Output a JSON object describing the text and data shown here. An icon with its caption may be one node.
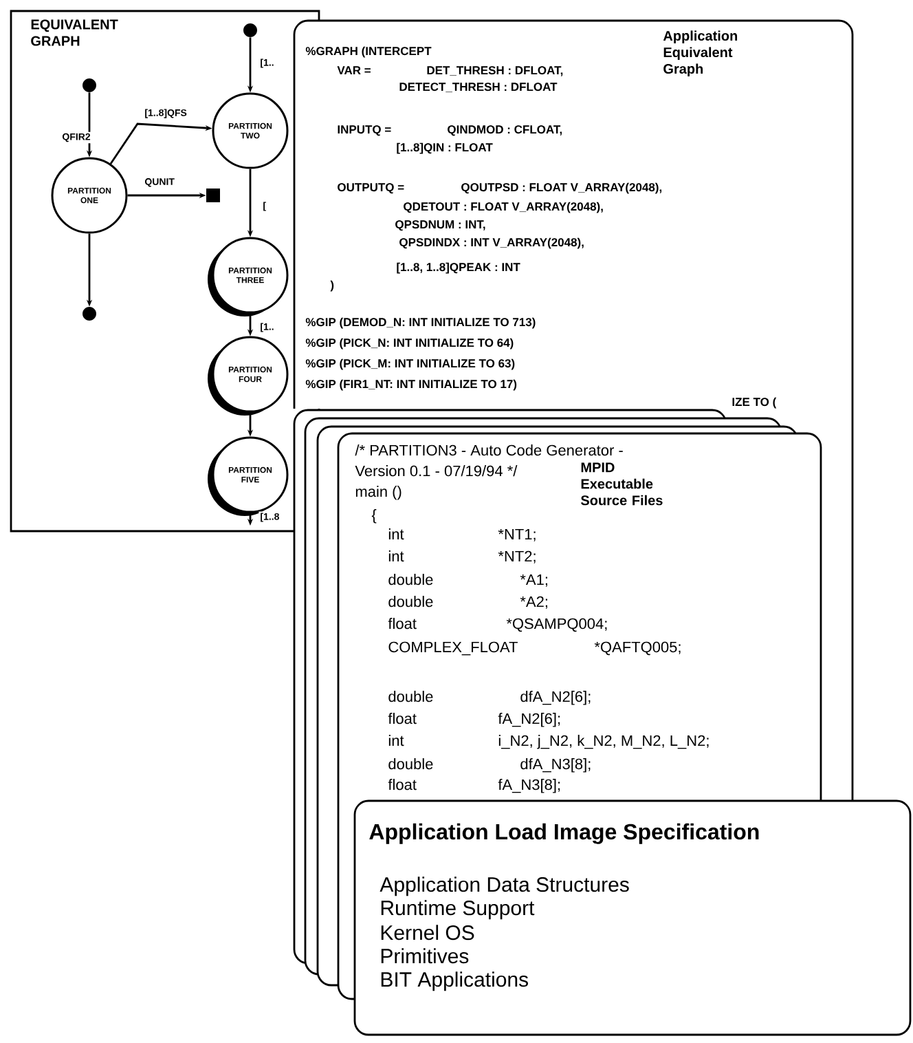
{
  "diagram": {
    "nodes": [
      {
        "text": [
          "EQUIVALENT GRAPH"
        ]
      },
      {
        "text": [],
        "shape": "circle",
        "in": 0
      },
      {
        "text": [
          "PARTITION ONE"
        ],
        "in": 0
      },
      {
        "text": [],
        "shape": "box",
        "in": 0
      },
      {
        "text": [],
        "shape": "circle",
        "in": 0
      },
      {
        "text": [],
        "shape": "circle",
        "in": 0
      },
      {
        "text": [
          "PARTITION TWO"
        ],
        "in": 0
      },
      {
        "text": [
          "PARTITION THREE"
        ],
        "in": 0
      },
      {
        "text": [
          "PARTITION FOUR"
        ],
        "in": 0
      },
      {
        "text": [
          "PARTITION FIVE"
        ],
        "in": 0
      },
      {
        "text": [
          "%GRAPH (INTERCEPT",
          "Application Equivalent Graph",
          "VAR =",
          "DET_THRESH : DFLOAT,",
          "DETECT_THRESH : DFLOAT",
          "INPUTQ =",
          "QINDMOD : CFLOAT,",
          "[1..8]QIN : FLOAT",
          "OUTPUTQ =",
          "QOUTPSD : FLOAT V_ARRAY(2048),",
          "QDETOUT : FLOAT V_ARRAY(2048),",
          "QPSDNUM : INT,",
          "QPSDINDX : INT V_ARRAY(2048),",
          "[1..8, 1..8]QPEAK : INT",
          ")",
          "%GIP (DEMOD_N: INT INITIALIZE TO 713)",
          "%GIP (PICK_N: INT INITIALIZE TO 64)",
          "%GIP (PICK_M: INT INITIALIZE TO 63)",
          "%GIP (FIR1_NT: INT INITIALIZE TO 17)",
          "IZE TO ("
        ]
      },
      {
        "text": [
          "/* PARTITION3 - Auto Code Generator -",
          "Version 0.1 - 07/19/94 */",
          "MPID Executable Source Files",
          "main ()",
          "{",
          "int",
          "*NT1;",
          "int",
          "*NT2;",
          "double",
          "*A1;",
          "double",
          "*A2;",
          "float",
          "*QSAMPQ004;",
          "COMPLEX_FLOAT",
          "*QAFTQ005;",
          "double",
          "dfA_N2[6];",
          "float",
          "fA_N2[6];",
          "int",
          "i_N2, j_N2, k_N2, M_N2, L_N2;",
          "double",
          "dfA_N3[8];",
          "float",
          "fA_N3[8];"
        ]
      },
      {
        "text": [
          "Application Load Image Specification",
          "Application Data Structures",
          "Runtime Support",
          "Kernel OS",
          "Primitives",
          "BIT Applications"
        ]
      }
    ],
    "edges": [
      {
        "from": 1,
        "to": 2,
        "arrow": "to",
        "label": "QFIR2"
      },
      {
        "from": 2,
        "to": 6,
        "arrow": "to",
        "label": "[1..8]QFS"
      },
      {
        "from": 2,
        "to": 3,
        "arrow": "to",
        "label": "QUNIT"
      },
      {
        "from": 2,
        "to": 4,
        "arrow": "to"
      },
      {
        "from": 5,
        "to": 6,
        "arrow": "to",
        "label": "[1.."
      },
      {
        "from": 6,
        "to": 7,
        "arrow": "to",
        "label": "["
      },
      {
        "from": 7,
        "to": 8,
        "arrow": "to",
        "label": "[1.."
      },
      {
        "from": 8,
        "to": 9,
        "arrow": "to"
      },
      {
        "from": 9,
        "to": null,
        "arrow": "to",
        "label": "[1..8"
      }
    ]
  }
}
